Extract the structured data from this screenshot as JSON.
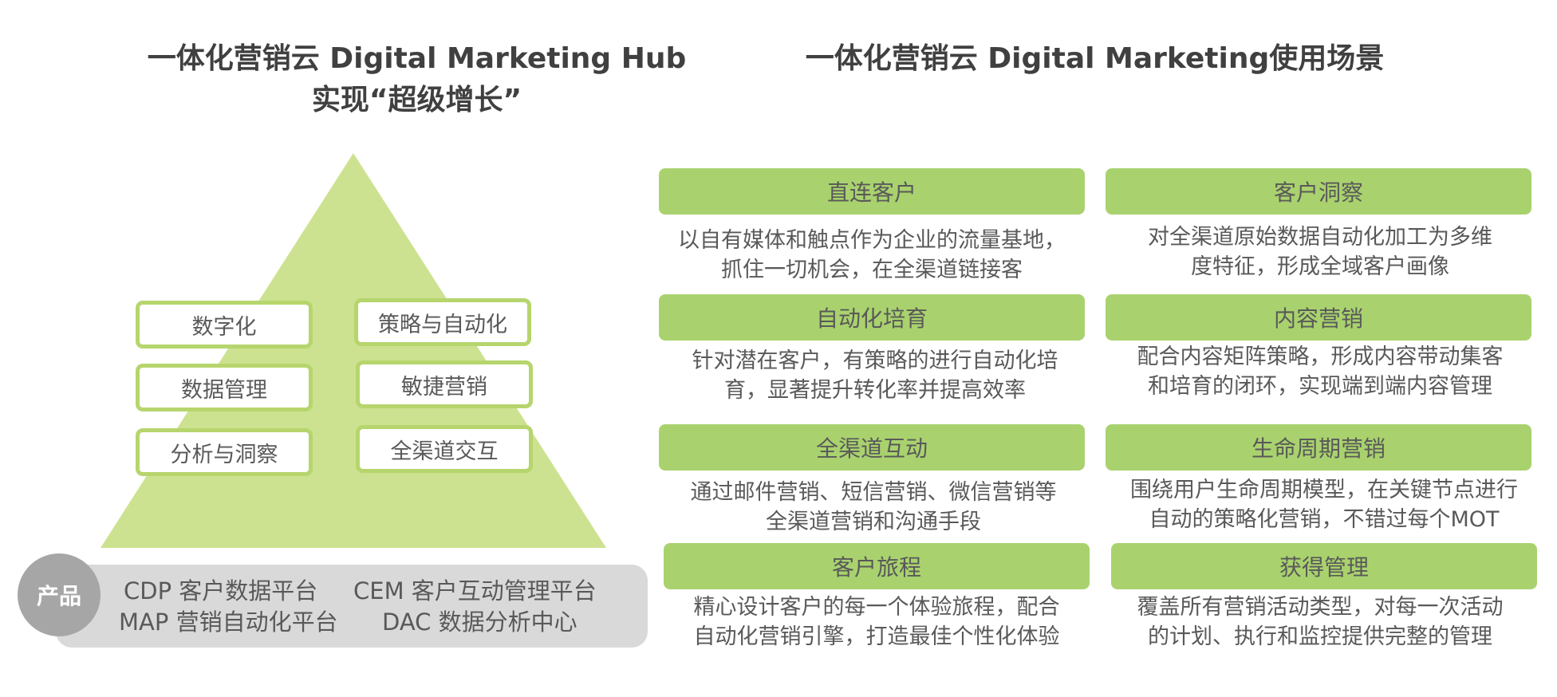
{
  "left": {
    "title_line1": "一体化营销云 Digital Marketing Hub",
    "title_line2": "实现“超级增长”",
    "pyramid_items": [
      "数字化",
      "策略与自动化",
      "数据管理",
      "敏捷营销",
      "分析与洞察",
      "全渠道交互"
    ],
    "product_label": "产品",
    "products": [
      "CDP 客户数据平台",
      "CEM 客户互动管理平台",
      "MAP 营销自动化平台",
      "DAC 数据分析中心"
    ]
  },
  "right": {
    "title": "一体化营销云 Digital Marketing使用场景",
    "scenarios": [
      {
        "title": "直连客户",
        "lines": [
          "以自有媒体和触点作为企业的流量基地，",
          "抓住一切机会，在全渠道链接客"
        ]
      },
      {
        "title": "客户洞察",
        "lines": [
          "对全渠道原始数据自动化加工为多维",
          "度特征，形成全域客户画像"
        ]
      },
      {
        "title": "自动化培育",
        "lines": [
          "针对潜在客户，有策略的进行自动化培",
          "育，显著提升转化率并提高效率"
        ]
      },
      {
        "title": "内容营销",
        "lines": [
          "配合内容矩阵策略，形成内容带动集客",
          "和培育的闭环，实现端到端内容管理"
        ]
      },
      {
        "title": "全渠道互动",
        "lines": [
          "通过邮件营销、短信营销、微信营销等",
          "全渠道营销和沟通手段"
        ]
      },
      {
        "title": "生命周期营销",
        "lines": [
          "围绕用户生命周期模型，在关键节点进行",
          "自动的策略化营销，不错过每个MOT"
        ]
      },
      {
        "title": "客户旅程",
        "lines": [
          "精心设计客户的每一个体验旅程，配合",
          "自动化营销引擎，打造最佳个性化体验"
        ]
      },
      {
        "title": "获得管理",
        "lines": [
          "覆盖所有营销活动类型，对每一次活动",
          "的计划、执行和监控提供完整的管理"
        ]
      }
    ]
  },
  "colors": {
    "pyramid_fill": "#cde290",
    "box_border": "#b6d56d",
    "header_fill": "#a9d26e",
    "product_bar": "#d9d9d9",
    "product_circle": "#a6a6a6",
    "text": "#595959",
    "title": "#404040"
  }
}
